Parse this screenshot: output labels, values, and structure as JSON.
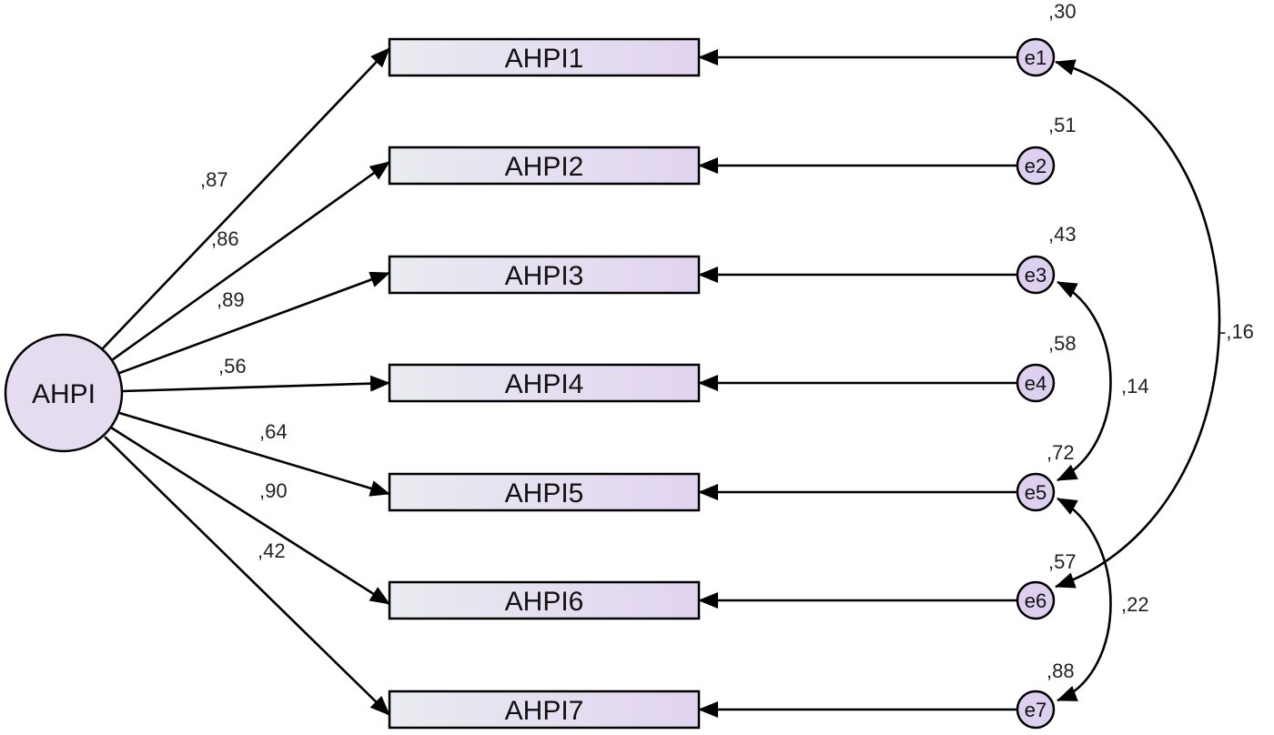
{
  "latent": {
    "label": "AHPI"
  },
  "indicators": [
    {
      "label": "AHPI1",
      "loading": ",87",
      "error": "e1",
      "variance": ",30"
    },
    {
      "label": "AHPI2",
      "loading": ",86",
      "error": "e2",
      "variance": ",51"
    },
    {
      "label": "AHPI3",
      "loading": ",89",
      "error": "e3",
      "variance": ",43"
    },
    {
      "label": "AHPI4",
      "loading": ",56",
      "error": "e4",
      "variance": ",58"
    },
    {
      "label": "AHPI5",
      "loading": ",64",
      "error": "e5",
      "variance": ",72"
    },
    {
      "label": "AHPI6",
      "loading": ",90",
      "error": "e6",
      "variance": ",57"
    },
    {
      "label": "AHPI7",
      "loading": ",42",
      "error": "e7",
      "variance": ",88"
    }
  ],
  "covariances": [
    {
      "from": "e1",
      "to": "e6",
      "value": "-,16"
    },
    {
      "from": "e3",
      "to": "e5",
      "value": ",14"
    },
    {
      "from": "e5",
      "to": "e7",
      "value": ",22"
    }
  ],
  "colors": {
    "box_fill_left": "#e9ecf0",
    "box_fill_right": "#e1d3f0",
    "latent_fill": "#e6dcf0",
    "error_fill": "#ddd0ee",
    "stroke": "#000000"
  }
}
